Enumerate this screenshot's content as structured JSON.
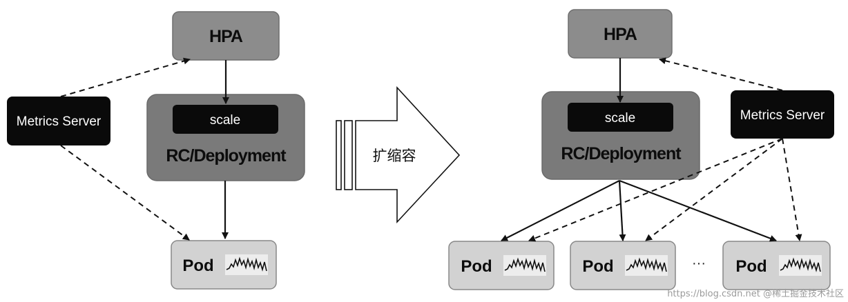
{
  "colors": {
    "hpa_fill": "#8c8c8c",
    "deployment_fill": "#7a7a7a",
    "dark_box": "#0a0a0a",
    "pod_fill": "#d2d2d2",
    "line": "#111111"
  },
  "left": {
    "hpa": "HPA",
    "scale": "scale",
    "deployment": "RC/Deployment",
    "metrics": "Metrics Server",
    "pod": "Pod"
  },
  "transition": {
    "label": "扩缩容"
  },
  "right": {
    "hpa": "HPA",
    "scale": "scale",
    "deployment": "RC/Deployment",
    "metrics": "Metrics Server",
    "pods": [
      "Pod",
      "Pod",
      "Pod"
    ],
    "ellipsis": "···"
  },
  "watermark": "https://blog.csdn.net  @稀土掘金技术社区"
}
